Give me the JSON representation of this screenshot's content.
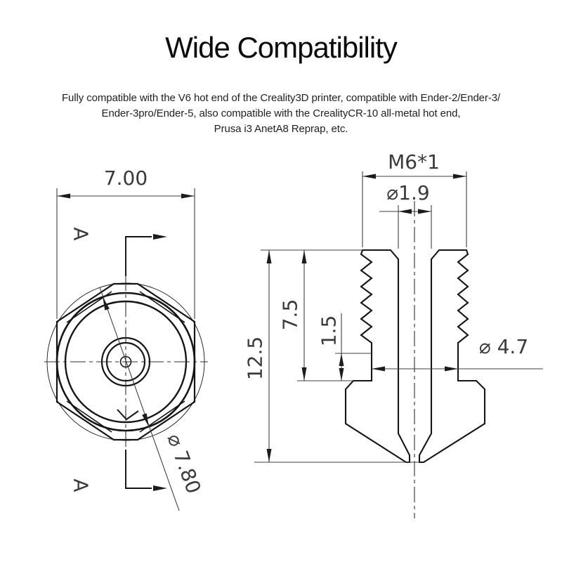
{
  "header": {
    "title": "Wide Compatibility",
    "description_lines": [
      "Fully compatible with the V6 hot end of the Creality3D printer, compatible with Ender-2/Ender-3/",
      "Ender-3pro/Ender-5, also compatible with the CrealityCR-10 all-metal hot end,",
      "Prusa i3 AnetA8 Reprap, etc."
    ]
  },
  "drawing": {
    "front_view": {
      "width_dim": "7.00",
      "outer_diameter_dim": "⌀ 7.80",
      "section_label_top": "A",
      "section_label_bottom": "A"
    },
    "section_view": {
      "thread_dim": "M6*1",
      "bore_dim": "⌀1.9",
      "thread_length_dim": "7.5",
      "neck_height_dim": "1.5",
      "total_length_dim": "12.5",
      "neck_diameter_dim": "⌀ 4.7"
    },
    "line_color": "#151515"
  }
}
